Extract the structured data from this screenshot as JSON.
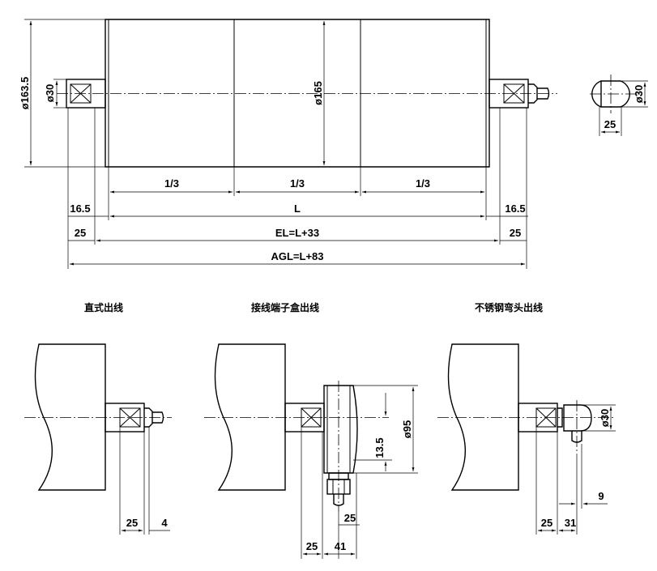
{
  "main_view": {
    "dia_roller": "ø165",
    "dia_flange": "ø163.5",
    "dia_shaft": "ø30",
    "third": "1/3",
    "length": "L",
    "offset_165": "16.5",
    "offset_25": "25",
    "el": "EL=L+33",
    "agl": "AGL=L+83"
  },
  "end_view": {
    "dia_shaft": "ø30",
    "flat": "25"
  },
  "variants": {
    "straight": {
      "title": "直式出线",
      "dim_a": "25",
      "dim_b": "4"
    },
    "terminal_box": {
      "title": "接线端子盒出线",
      "dia_box": "ø95",
      "dim_h": "13.5",
      "dim_inner": "25",
      "dim_a": "25",
      "dim_b": "41"
    },
    "elbow": {
      "title": "不锈钢弯头出线",
      "dia_elbow": "ø30",
      "dim_a": "25",
      "dim_b": "31",
      "dim_c": "9"
    }
  }
}
